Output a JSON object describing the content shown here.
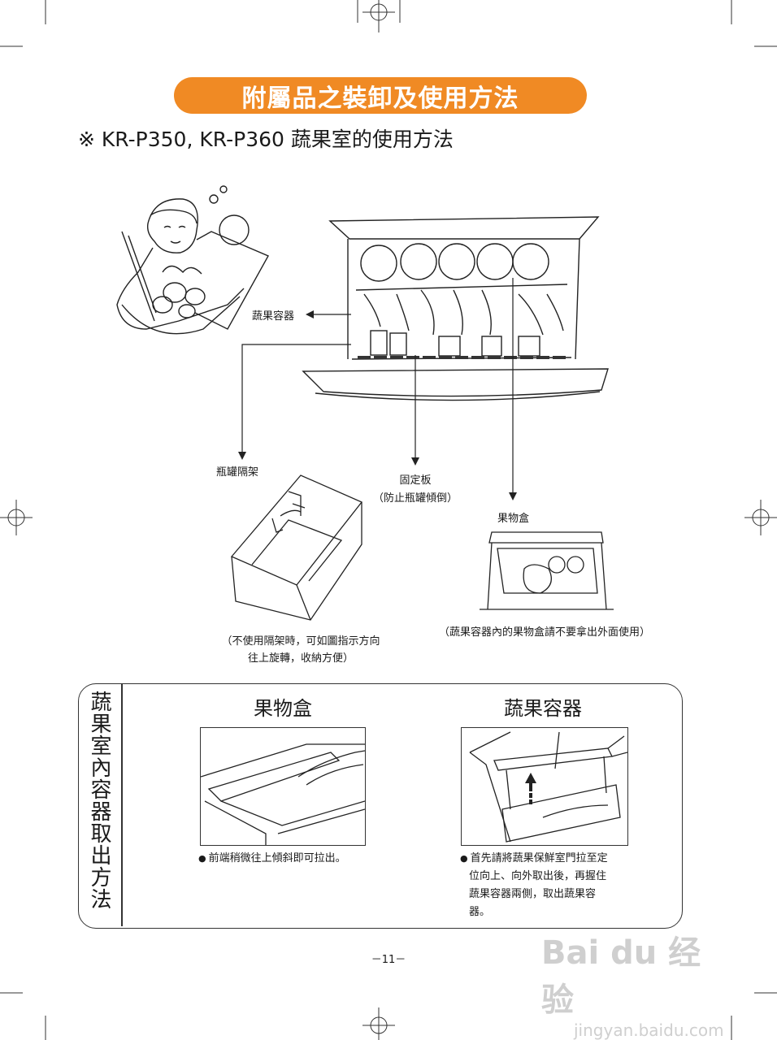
{
  "header": {
    "title": "附屬品之裝卸及使用方法",
    "subtitle": "※ KR-P350, KR-P360 蔬果室的使用方法"
  },
  "diagram": {
    "label_vegetable_container": "蔬果容器",
    "label_bottle_rack": "瓶罐隔架",
    "label_fixing_plate": "固定板",
    "label_fixing_plate_note": "（防止瓶罐傾倒）",
    "label_fruit_box": "果物盒",
    "note_bottle_rack": [
      "（不使用隔架時，可如圖指示方向",
      "往上旋轉，收納方便）"
    ],
    "note_fruit_box": "（蔬果容器內的果物盒請不要拿出外面使用）"
  },
  "panel": {
    "vertical_title": "蔬果室內容器取出方法",
    "fruit_box": {
      "heading": "果物盒",
      "bullet": "前端稍微往上傾斜即可拉出。"
    },
    "vegetable_container": {
      "heading": "蔬果容器",
      "bullet_lines": [
        "首先請將蔬果保鮮室門拉至定",
        "位向上、向外取出後，再握住",
        "蔬果容器兩側，取出蔬果容",
        "器。"
      ]
    }
  },
  "footer": {
    "page_number": "－11－"
  },
  "watermark": {
    "brand": "Bai du 经验",
    "url": "jingyan.baidu.com"
  },
  "colors": {
    "title_bg": "#f08a24",
    "title_text": "#ffffff",
    "line": "#333333"
  }
}
